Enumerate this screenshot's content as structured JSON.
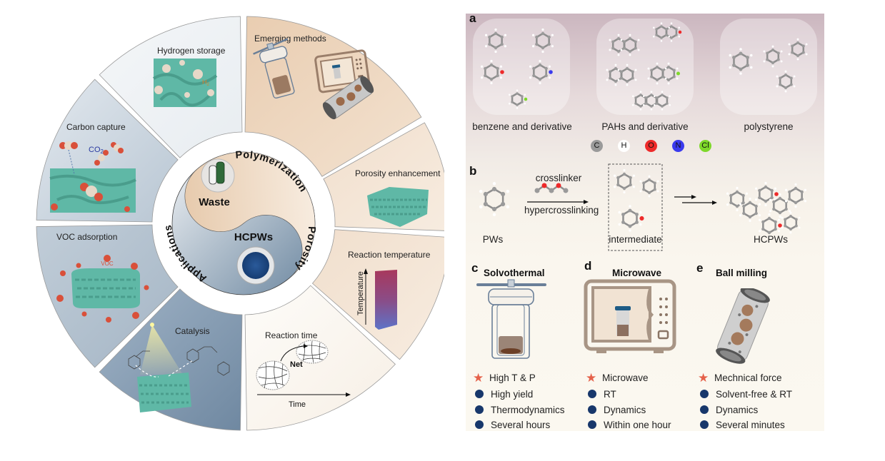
{
  "wheel": {
    "center": {
      "top_label": "Waste",
      "bottom_label": "HCPWs",
      "arc_labels": [
        "Polymerization",
        "Porosity",
        "Applications"
      ]
    },
    "segments": [
      {
        "id": "hydrogen-storage",
        "label": "Hydrogen storage",
        "annotation": "H",
        "annotation_sub": "2"
      },
      {
        "id": "carbon-capture",
        "label": "Carbon capture",
        "annotation": "CO",
        "annotation_sub": "2"
      },
      {
        "id": "voc-adsorption",
        "label": "VOC adsorption",
        "annotation": "VOC"
      },
      {
        "id": "catalysis",
        "label": "Catalysis"
      },
      {
        "id": "reaction-time",
        "label": "Reaction time",
        "annotation": "Net",
        "axis_label": "Time"
      },
      {
        "id": "reaction-temperature",
        "label": "Reaction temperature",
        "axis_label": "Temperature"
      },
      {
        "id": "porosity-enhancement",
        "label": "Porosity enhancement"
      },
      {
        "id": "emerging-methods",
        "label": "Emerging methods"
      }
    ]
  },
  "panel_a": {
    "letter": "a",
    "groups": [
      {
        "caption": "benzene and derivative"
      },
      {
        "caption": "PAHs and derivative"
      },
      {
        "caption": "polystyrene"
      }
    ],
    "legend": [
      {
        "symbol": "C",
        "color": "#9a9a9a"
      },
      {
        "symbol": "H",
        "color": "#ffffff"
      },
      {
        "symbol": "O",
        "color": "#ee2a2a"
      },
      {
        "symbol": "N",
        "color": "#3a3aee"
      },
      {
        "symbol": "Cl",
        "color": "#7ed82a"
      }
    ]
  },
  "panel_b": {
    "letter": "b",
    "reactant": "PWs",
    "reagent_top": "crosslinker",
    "reagent_bottom": "hypercrosslinking",
    "intermediate": "intermediate",
    "product": "HCPWs"
  },
  "methods": [
    {
      "letter": "c",
      "title": "Solvothermal",
      "star": "High T & P",
      "bullets": [
        "High yield",
        "Thermodynamics",
        "Several hours"
      ]
    },
    {
      "letter": "d",
      "title": "Microwave",
      "star": "Microwave",
      "bullets": [
        "RT",
        "Dynamics",
        "Within one hour"
      ]
    },
    {
      "letter": "e",
      "title": "Ball milling",
      "star": "Mechnical force",
      "bullets": [
        "Solvent-free & RT",
        "Dynamics",
        "Several minutes"
      ]
    }
  ],
  "colors": {
    "teal": "#5fb8a6",
    "peach": "#ecd3b8",
    "slate": "#7f97ad",
    "bullet": "#17376b",
    "star": "#e5614a"
  }
}
